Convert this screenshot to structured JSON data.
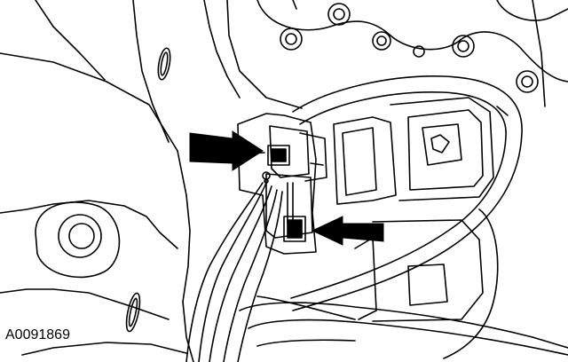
{
  "figure": {
    "id_label": "A0091869"
  },
  "colors": {
    "line": "#000000",
    "background": "#ffffff"
  },
  "callouts": [
    {
      "name": "upper-arrow-indicator",
      "target": "upper-connector-locking-tab"
    },
    {
      "name": "lower-arrow-indicator",
      "target": "lower-connector-locking-tab"
    }
  ]
}
